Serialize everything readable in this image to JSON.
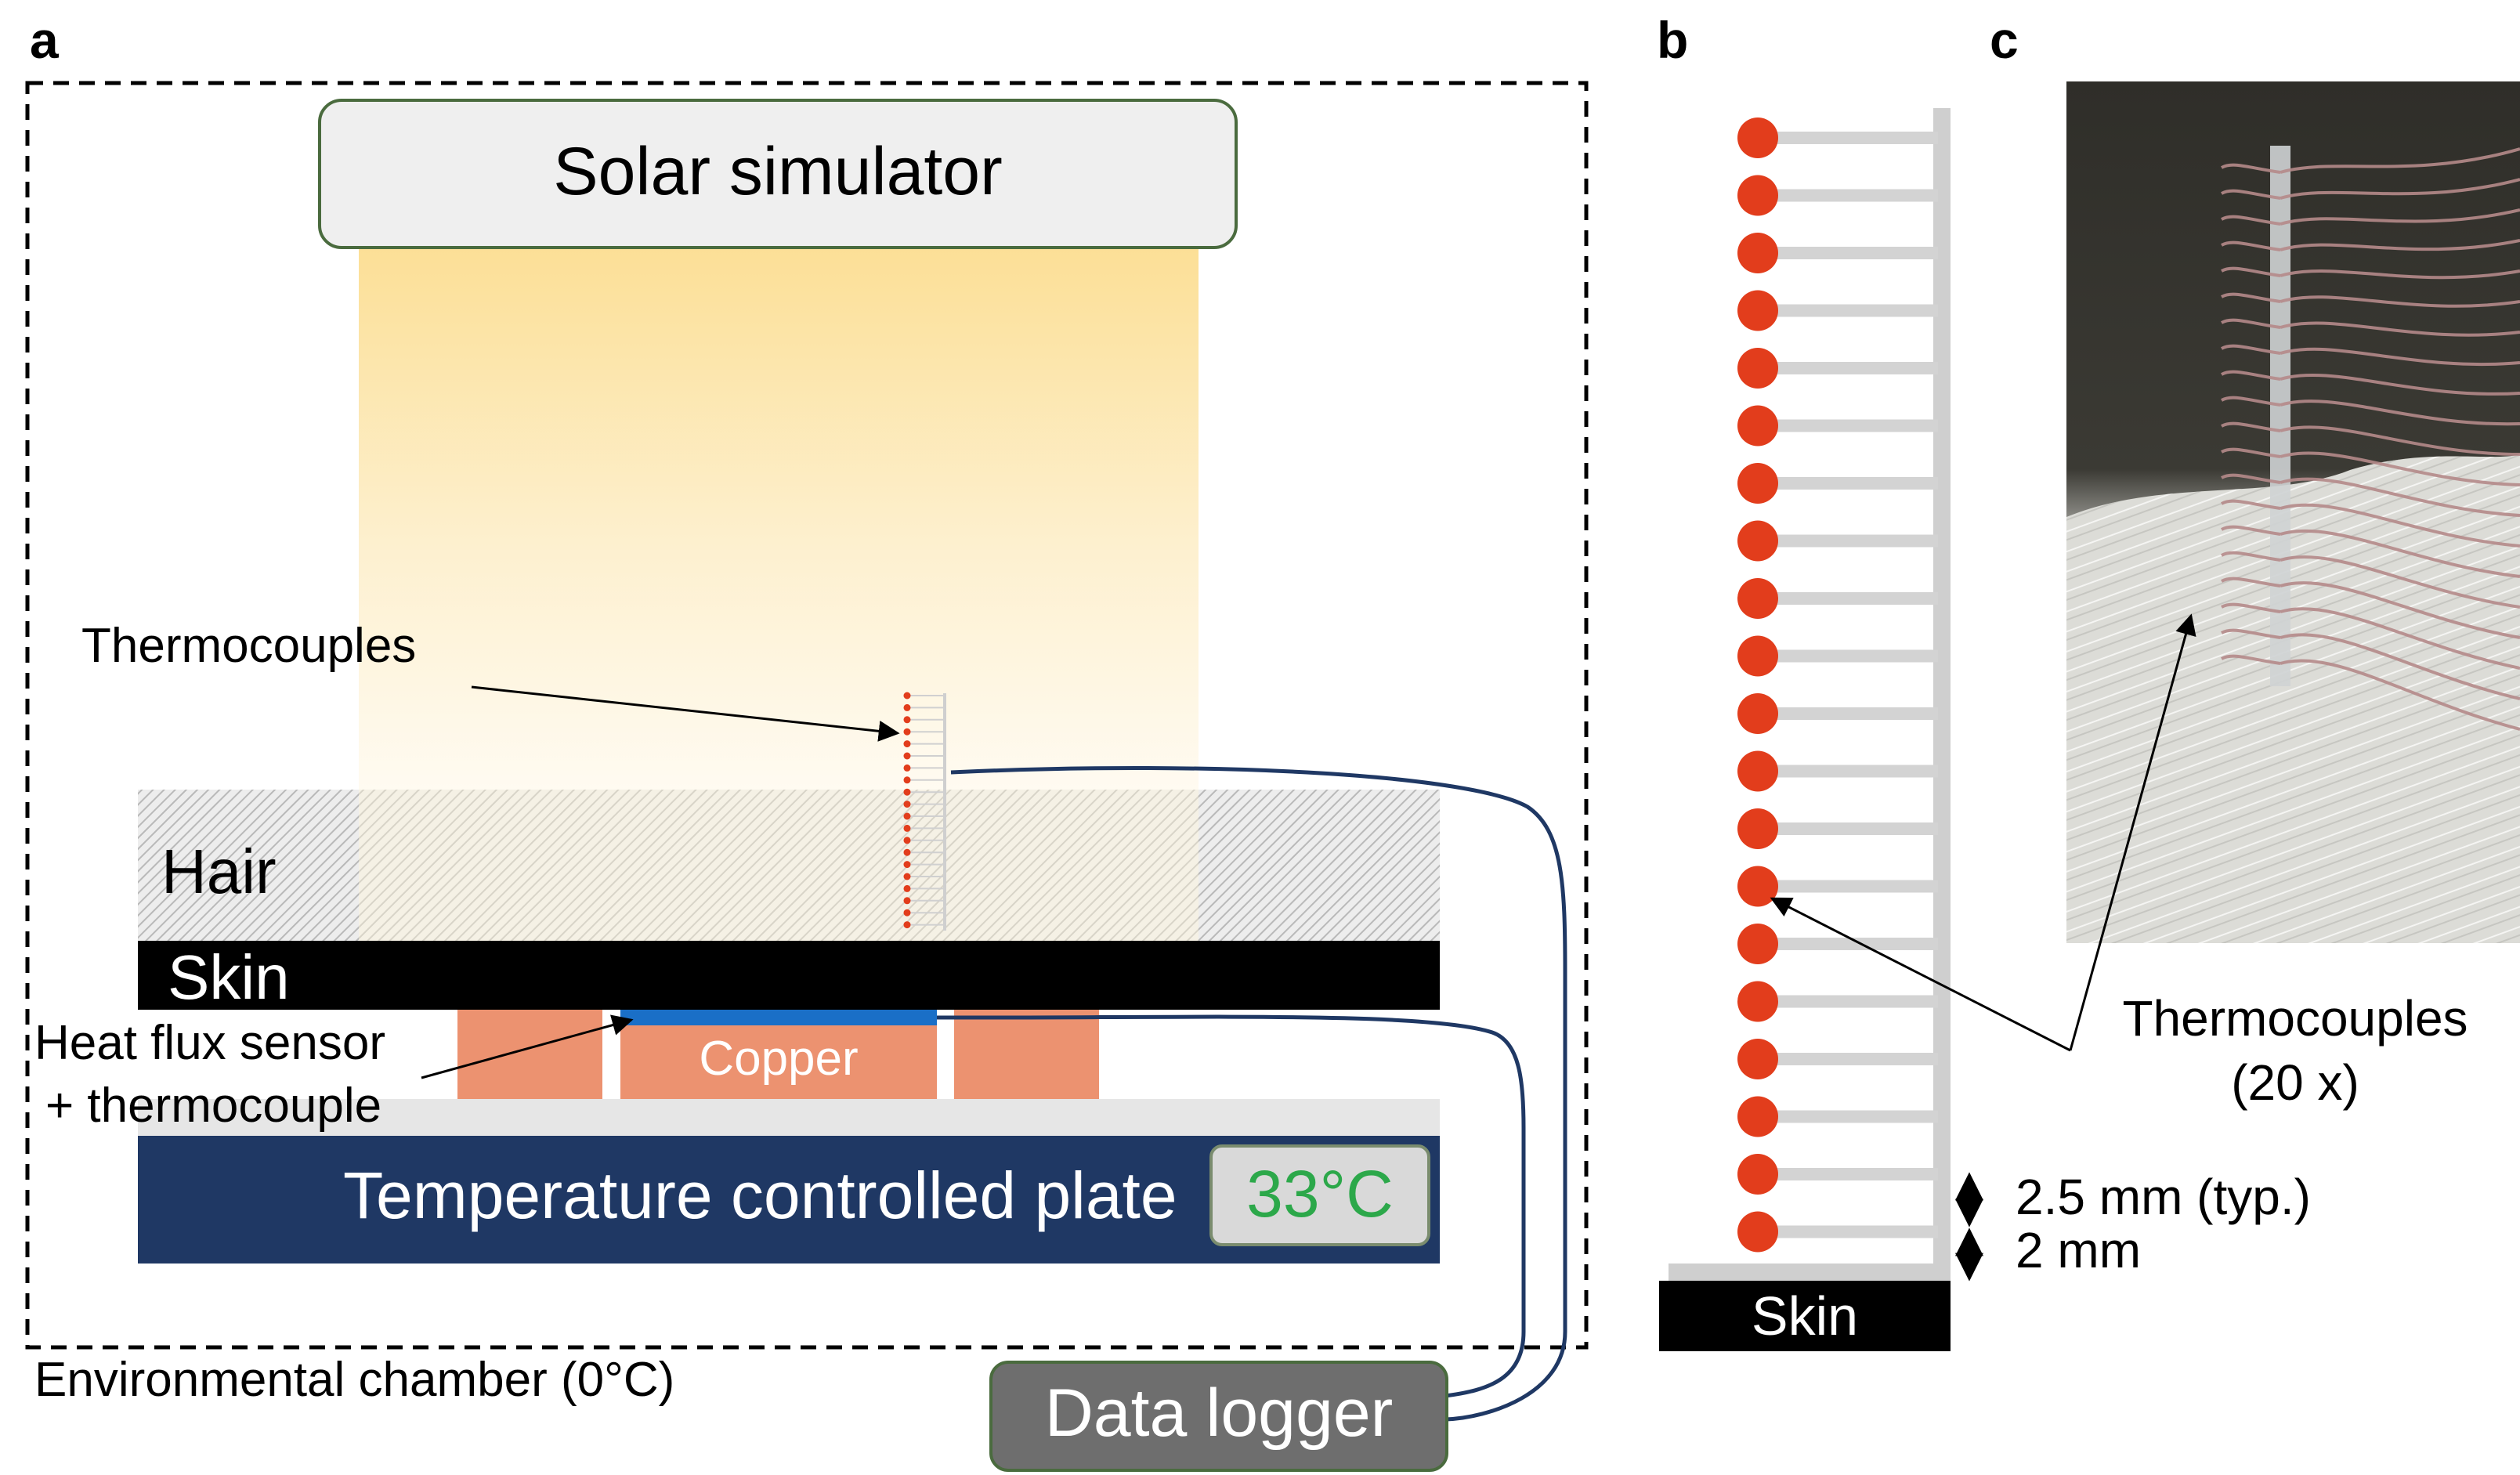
{
  "panel_a": {
    "letter": "a",
    "solar_simulator": "Solar simulator",
    "thermocouples_label": "Thermocouples",
    "hair_label": "Hair",
    "skin_label": "Skin",
    "copper_label": "Copper",
    "heat_flux_label_line1": "Heat flux sensor",
    "heat_flux_label_line2": "+ thermocouple",
    "plate_label": "Temperature controlled plate",
    "plate_temp": "33°C",
    "chamber_label": "Environmental chamber (0°C)",
    "data_logger": "Data logger"
  },
  "panel_b": {
    "letter": "b",
    "skin_label": "Skin",
    "thermocouples_line1": "Thermocouples",
    "thermocouples_line2": "(20 x)",
    "spacing_typ": "2.5 mm (typ.)",
    "spacing_bottom": "2 mm",
    "thermocouple_count": 20
  },
  "panel_c": {
    "letter": "c"
  },
  "colors": {
    "dot": "#e23d1c",
    "plate": "#1f3864",
    "copper": "#ec9270",
    "flux_sensor": "#1a6fc7",
    "temp_text": "#2ca84a",
    "wire": "#1f3864",
    "logger": "#6e6e6e"
  }
}
